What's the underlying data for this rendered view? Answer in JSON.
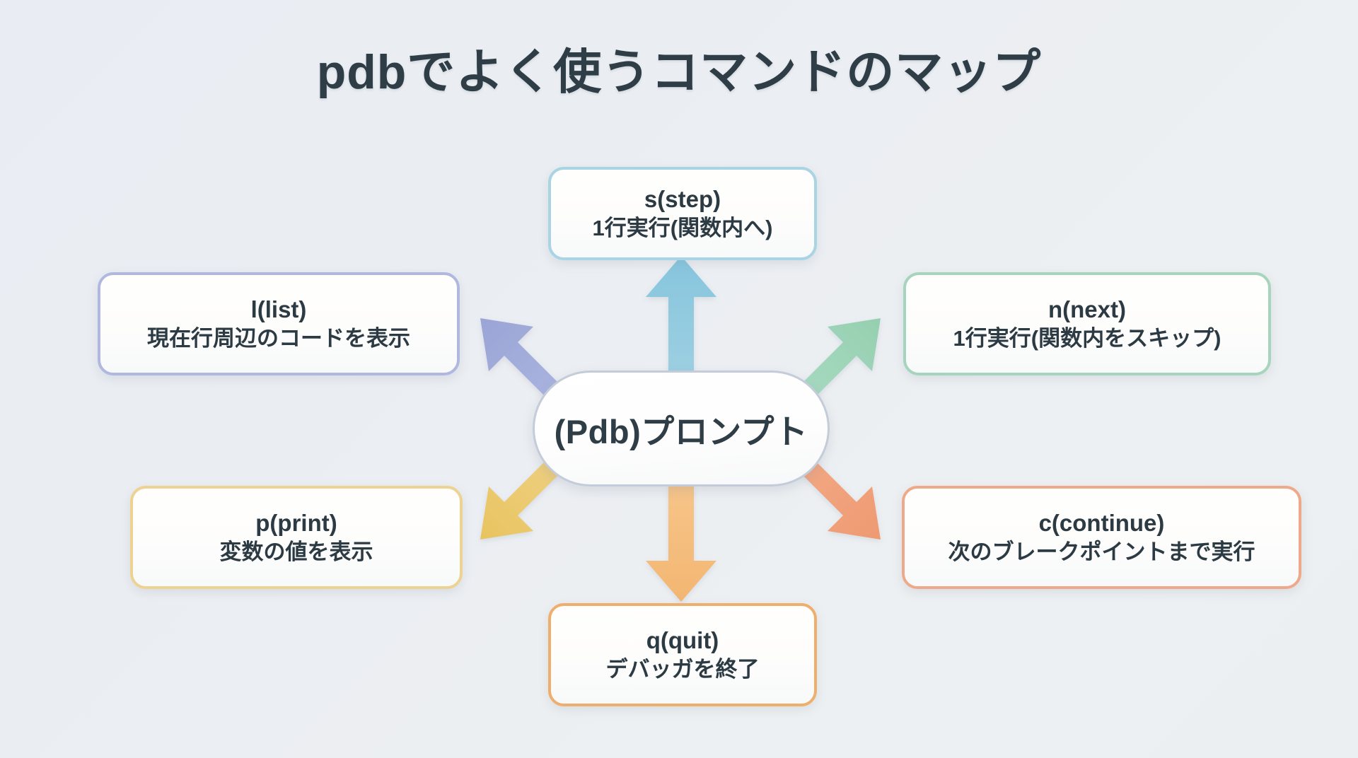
{
  "page": {
    "title": "pdbでよく使うコマンドのマップ",
    "background_color": "#ebeef2"
  },
  "center": {
    "label": "(Pdb)プロンプト",
    "fill": "#ffffff",
    "border_color": "#c3ccd8"
  },
  "nodes": [
    {
      "id": "step",
      "title": "s(step)",
      "desc": "1行実行(関数内へ)",
      "border_color": "#a8d4e3",
      "arrow_color": "#8fc9de",
      "direction": "up"
    },
    {
      "id": "list",
      "title": "l(list)",
      "desc": "現在行周辺のコードを表示",
      "border_color": "#b0b8df",
      "arrow_color": "#a3adda",
      "direction": "up-left"
    },
    {
      "id": "next",
      "title": "n(next)",
      "desc": "1行実行(関数内をスキップ)",
      "border_color": "#a6d4bd",
      "arrow_color": "#9ed3b6",
      "direction": "up-right"
    },
    {
      "id": "print",
      "title": "p(print)",
      "desc": "変数の値を表示",
      "border_color": "#ecd392",
      "arrow_color": "#ecc96a",
      "direction": "down-left"
    },
    {
      "id": "continue",
      "title": "c(continue)",
      "desc": "次のブレークポイントまで実行",
      "border_color": "#eda98a",
      "arrow_color": "#f0a07a",
      "direction": "down-right"
    },
    {
      "id": "quit",
      "title": "q(quit)",
      "desc": "デバッガを終了",
      "border_color": "#eeae6c",
      "arrow_color": "#f5bd7c",
      "direction": "down"
    }
  ],
  "chart_data": {
    "type": "diagram",
    "layout": "radial-hub-and-spoke",
    "title": "pdbでよく使うコマンドのマップ",
    "hub": "(Pdb)プロンプト",
    "spokes": [
      {
        "label": "s(step)",
        "detail": "1行実行(関数内へ)",
        "bearing": "N",
        "color": "#8fc9de"
      },
      {
        "label": "l(list)",
        "detail": "現在行周辺のコードを表示",
        "bearing": "NW",
        "color": "#a3adda"
      },
      {
        "label": "n(next)",
        "detail": "1行実行(関数内をスキップ)",
        "bearing": "NE",
        "color": "#9ed3b6"
      },
      {
        "label": "p(print)",
        "detail": "変数の値を表示",
        "bearing": "SW",
        "color": "#ecc96a"
      },
      {
        "label": "c(continue)",
        "detail": "次のブレークポイントまで実行",
        "bearing": "SE",
        "color": "#f0a07a"
      },
      {
        "label": "q(quit)",
        "detail": "デバッガを終了",
        "bearing": "S",
        "color": "#f5bd7c"
      }
    ]
  }
}
